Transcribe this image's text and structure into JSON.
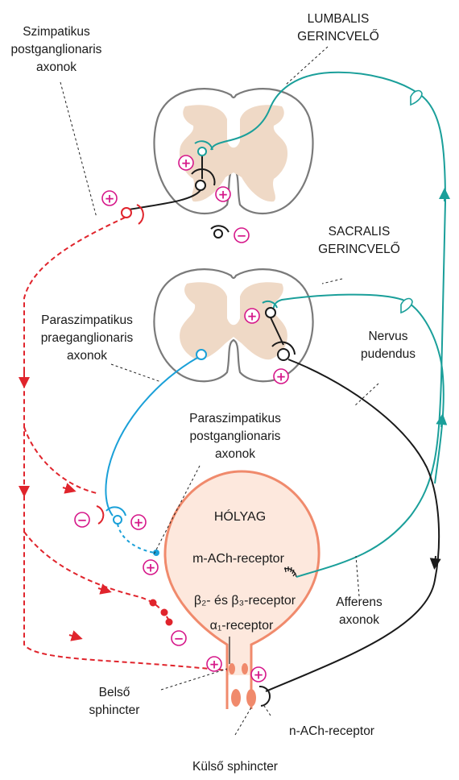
{
  "labels": {
    "lumbalis_line1": "LUMBALIS",
    "lumbalis_line2": "GERINCVELŐ",
    "sacralis_line1": "SACRALIS",
    "sacralis_line2": "GERINCVELŐ",
    "szimp_line1": "Szimpatikus",
    "szimp_line2": "postganglionaris",
    "szimp_line3": "axonok",
    "parapre_line1": "Paraszimpatikus",
    "parapre_line2": "praeganglionaris",
    "parapre_line3": "axonok",
    "parapost_line1": "Paraszimpatikus",
    "parapost_line2": "postganglionaris",
    "parapost_line3": "axonok",
    "nervus_line1": "Nervus",
    "nervus_line2": "pudendus",
    "holyag": "HÓLYAG",
    "m_ach": "m-ACh-receptor",
    "beta": "β₂- és β₃-receptor",
    "alpha": "α₁-receptor",
    "afferens_line1": "Afferens",
    "afferens_line2": "axonok",
    "belso_line1": "Belső",
    "belso_line2": "sphincter",
    "n_ach": "n-ACh-receptor",
    "kulso": "Külső sphincter"
  },
  "signs": {
    "plus": "+",
    "minus": "−"
  },
  "colors": {
    "afferent": "#1a9f9a",
    "parasympathetic": "#1aa0d8",
    "sympathetic": "#e0242c",
    "somatic": "#1a1a1a",
    "bladder_fill": "#fde8dd",
    "bladder_stroke": "#f08a6c",
    "grey_matter": "#efd9c6",
    "sign": "#d6188a"
  }
}
